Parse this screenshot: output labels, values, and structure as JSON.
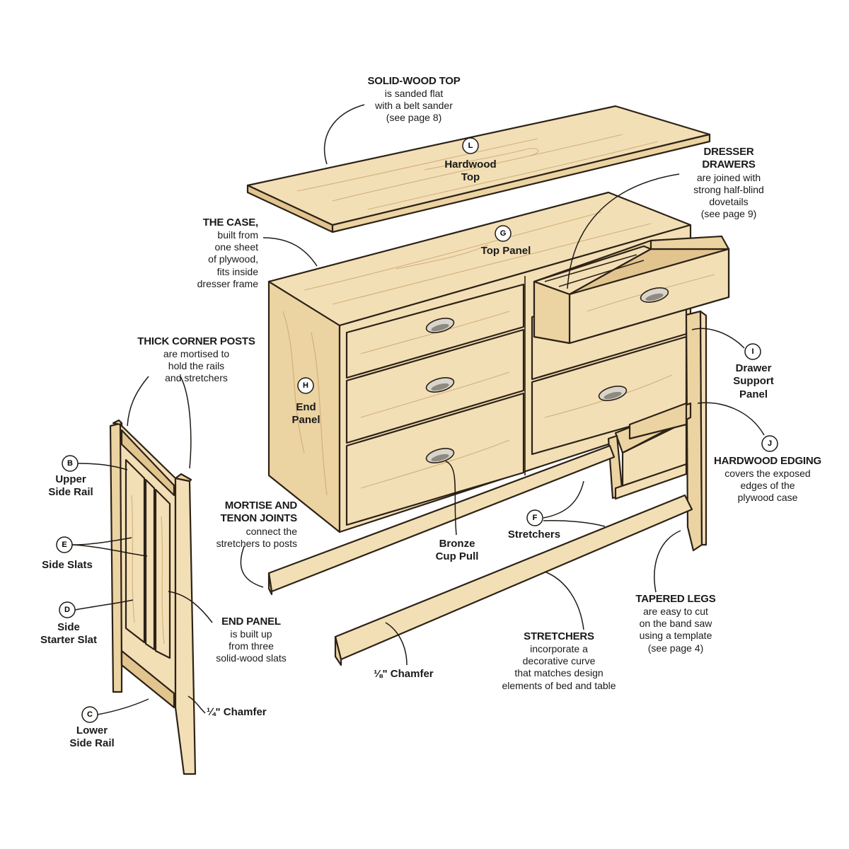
{
  "callouts": {
    "solid_wood_top": {
      "heading": "SOLID-WOOD TOP",
      "lines": [
        "is sanded flat",
        "with a belt sander",
        "(see page 8)"
      ]
    },
    "dresser_drawers": {
      "heading": [
        "DRESSER",
        "DRAWERS"
      ],
      "lines": [
        "are joined with",
        "strong half-blind",
        "dovetails",
        "(see page 9)"
      ]
    },
    "the_case": {
      "heading": "THE CASE,",
      "lines": [
        "built from",
        "one sheet",
        "of plywood,",
        "fits inside",
        "dresser frame"
      ]
    },
    "thick_corner_posts": {
      "heading": "THICK CORNER POSTS",
      "lines": [
        "are mortised to",
        "hold the rails",
        "and stretchers"
      ]
    },
    "hardwood_edging": {
      "heading": "HARDWOOD EDGING",
      "lines": [
        "covers the exposed",
        "edges of the",
        "plywood case"
      ]
    },
    "mortise_tenon": {
      "heading": [
        "MORTISE AND",
        "TENON JOINTS"
      ],
      "lines": [
        "connect the",
        "stretchers to posts"
      ]
    },
    "end_panel": {
      "heading": "END PANEL",
      "lines": [
        "is built up",
        "from three",
        "solid-wood slats"
      ]
    },
    "tapered_legs": {
      "heading": "TAPERED LEGS",
      "lines": [
        "are easy to cut",
        "on the band saw",
        "using a template",
        "(see page 4)"
      ]
    },
    "stretchers": {
      "heading": "STRETCHERS",
      "lines": [
        "incorporate a",
        "decorative curve",
        "that matches design",
        "elements of bed and table"
      ]
    }
  },
  "parts": {
    "L": {
      "letter": "L",
      "name": [
        "Hardwood",
        "Top"
      ]
    },
    "G": {
      "letter": "G",
      "name": [
        "Top Panel"
      ]
    },
    "H": {
      "letter": "H",
      "name": [
        "End",
        "Panel"
      ]
    },
    "I": {
      "letter": "I",
      "name": [
        "Drawer",
        "Support",
        "Panel"
      ]
    },
    "J": {
      "letter": "J",
      "name": []
    },
    "B": {
      "letter": "B",
      "name": [
        "Upper",
        "Side Rail"
      ]
    },
    "E": {
      "letter": "E",
      "name": [
        "Side Slats"
      ]
    },
    "D": {
      "letter": "D",
      "name": [
        "Side",
        "Starter Slat"
      ]
    },
    "C": {
      "letter": "C",
      "name": [
        "Lower",
        "Side Rail"
      ]
    },
    "F": {
      "letter": "F",
      "name": [
        "Stretchers"
      ]
    }
  },
  "notes": {
    "bronze_cup_pull": [
      "Bronze",
      "Cup Pull"
    ],
    "quarter_chamfer": "¼\" Chamfer",
    "eighth_chamfer": "⅛\" Chamfer"
  },
  "colors": {
    "wood_light": "#f3dfb6",
    "wood_mid": "#ecd3a2",
    "wood_dark": "#e2c48f",
    "ink": "#2c2216"
  }
}
